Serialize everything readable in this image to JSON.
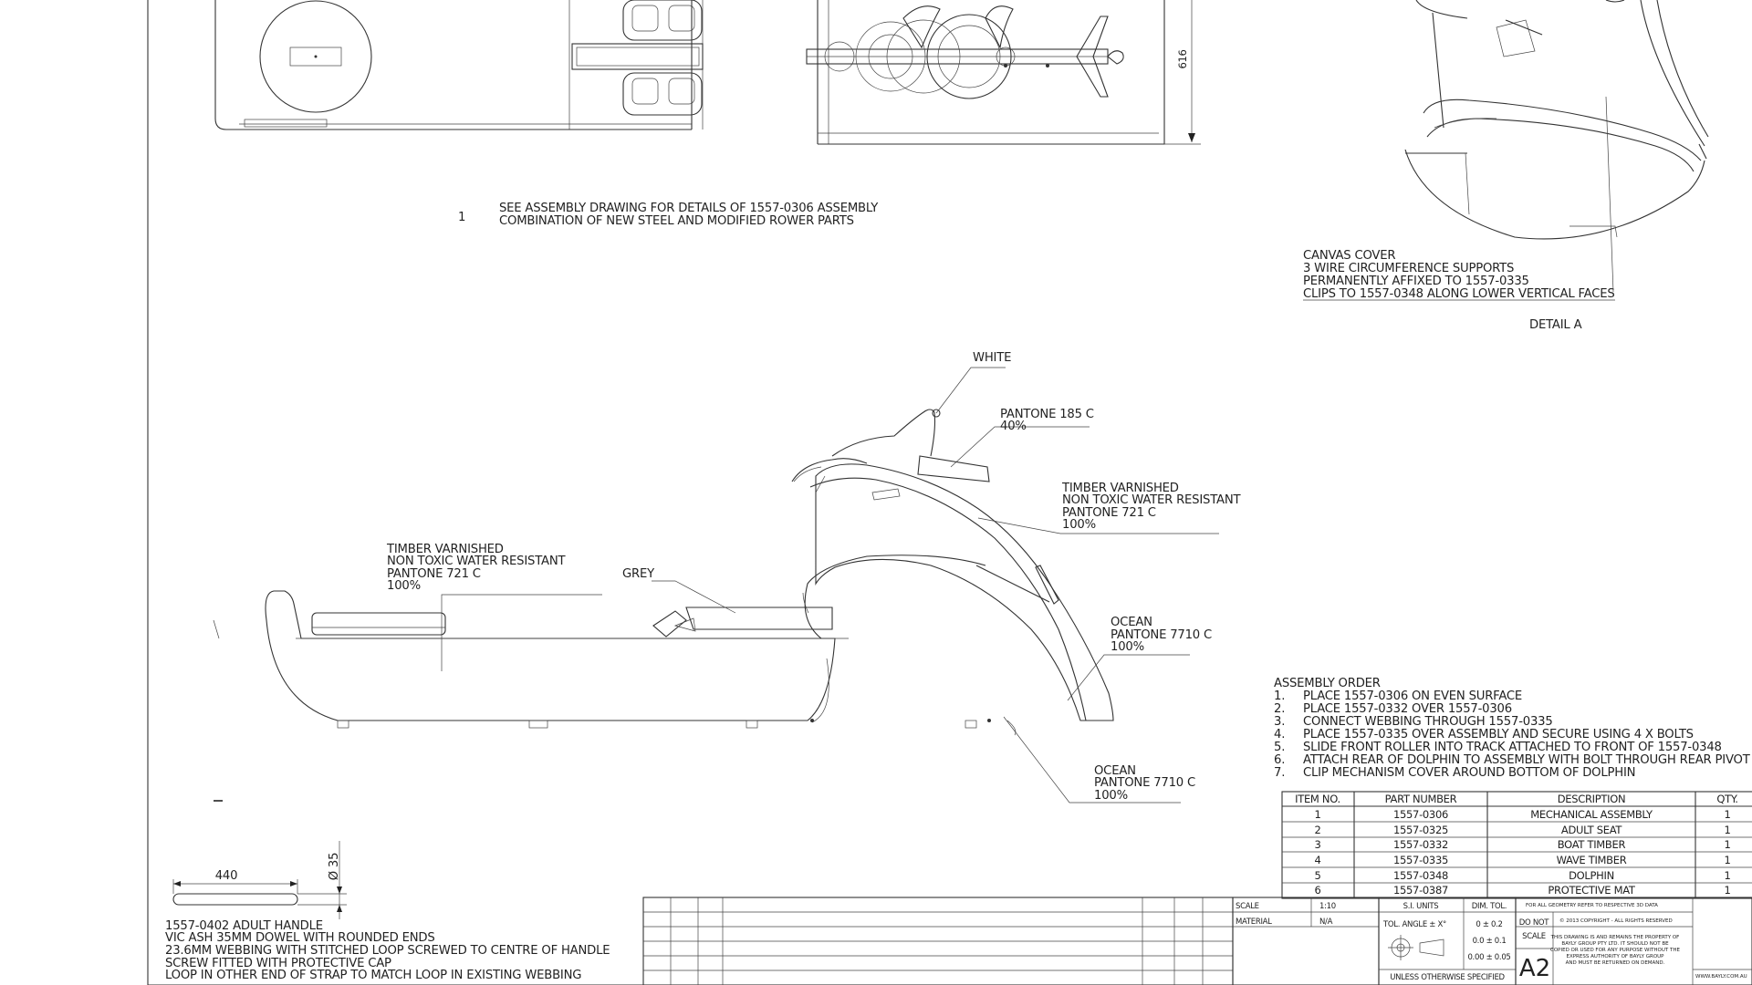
{
  "view_top": {
    "dimension_616": "616"
  },
  "note_1": {
    "number": "1",
    "lines": [
      "SEE ASSEMBLY DRAWING FOR DETAILS OF 1557-0306 ASSEMBLY",
      "COMBINATION OF NEW STEEL AND MODIFIED ROWER PARTS"
    ]
  },
  "detail_a": {
    "canvas_note": [
      "CANVAS COVER",
      "3 WIRE CIRCUMFERENCE SUPPORTS",
      "PERMANENTLY AFFIXED TO 1557-0335",
      "CLIPS TO 1557-0348 ALONG LOWER VERTICAL FACES"
    ],
    "label": "DETAIL A"
  },
  "callouts": {
    "white": "WHITE",
    "pantone185": [
      "PANTONE 185 C",
      "40%"
    ],
    "timber_right": [
      "TIMBER VARNISHED",
      "NON TOXIC WATER RESISTANT",
      "PANTONE 721 C",
      "100%"
    ],
    "timber_left": [
      "TIMBER VARNISHED",
      "NON TOXIC WATER RESISTANT",
      "PANTONE 721 C",
      "100%"
    ],
    "grey": "GREY",
    "ocean_upper": [
      "OCEAN",
      "PANTONE 7710 C",
      "100%"
    ],
    "ocean_lower": [
      "OCEAN",
      "PANTONE 7710 C",
      "100%"
    ]
  },
  "assembly_order": {
    "title": "ASSEMBLY ORDER",
    "steps": [
      {
        "n": "1.",
        "text": "PLACE 1557-0306 ON EVEN SURFACE"
      },
      {
        "n": "2.",
        "text": "PLACE 1557-0332 OVER 1557-0306"
      },
      {
        "n": "3.",
        "text": "CONNECT WEBBING THROUGH 1557-0335"
      },
      {
        "n": "4.",
        "text": "PLACE 1557-0335 OVER ASSEMBLY AND SECURE USING 4 X BOLTS"
      },
      {
        "n": "5.",
        "text": "SLIDE FRONT ROLLER INTO TRACK ATTACHED TO FRONT OF 1557-0348"
      },
      {
        "n": "6.",
        "text": "ATTACH REAR OF DOLPHIN TO ASSEMBLY WITH BOLT THROUGH REAR PIVOT"
      },
      {
        "n": "7.",
        "text": "CLIP MECHANISM COVER AROUND BOTTOM OF DOLPHIN"
      }
    ]
  },
  "bom": {
    "headers": [
      "ITEM NO.",
      "PART NUMBER",
      "DESCRIPTION",
      "QTY."
    ],
    "rows": [
      [
        "1",
        "1557-0306",
        "MECHANICAL ASSEMBLY",
        "1"
      ],
      [
        "2",
        "1557-0325",
        "ADULT SEAT",
        "1"
      ],
      [
        "3",
        "1557-0332",
        "BOAT TIMBER",
        "1"
      ],
      [
        "4",
        "1557-0335",
        "WAVE TIMBER",
        "1"
      ],
      [
        "5",
        "1557-0348",
        "DOLPHIN",
        "1"
      ],
      [
        "6",
        "1557-0387",
        "PROTECTIVE MAT",
        "1"
      ]
    ]
  },
  "handle": {
    "dim_length": "440",
    "dim_dia": "Ø 35",
    "lines": [
      "1557-0402 ADULT HANDLE",
      "VIC ASH 35MM DOWEL WITH ROUNDED ENDS",
      "23.6MM WEBBING WITH STITCHED LOOP SCREWED TO CENTRE OF HANDLE",
      "SCREW FITTED WITH PROTECTIVE CAP",
      "LOOP IN OTHER END OF STRAP TO MATCH LOOP IN EXISTING WEBBING"
    ]
  },
  "title_block": {
    "scale_label": "SCALE",
    "scale_value": "1:10",
    "material_label": "MATERIAL",
    "material_value": "N/A",
    "si_units": "S.I. UNITS",
    "dim_tol": "DIM. TOL.",
    "tol_angle": "TOL. ANGLE   ± X°",
    "tol_1": "0 ± 0.2",
    "tol_2": "0.0 ± 0.1",
    "tol_3": "0.00 ± 0.05",
    "unless": "UNLESS OTHERWISE SPECIFIED",
    "geometry_note": "FOR ALL GEOMETRY REFER TO RESPECTIVE 3D DATA",
    "do_not_scale_1": "DO NOT",
    "do_not_scale_2": "SCALE",
    "copyright": "© 2013 COPYRIGHT - ALL RIGHTS RESERVED",
    "sheet_size": "A2",
    "property_lines": [
      "THIS DRAWING IS AND REMAINS THE PROPERTY OF",
      "BAYLY GROUP PTY LTD. IT SHOULD NOT BE",
      "COPIED OR USED FOR ANY PURPOSE WITHOUT THE",
      "EXPRESS AUTHORITY OF BAYLY GROUP",
      "AND MUST BE RETURNED ON DEMAND."
    ],
    "website": "WWW.BAYLY.COM.AU"
  }
}
